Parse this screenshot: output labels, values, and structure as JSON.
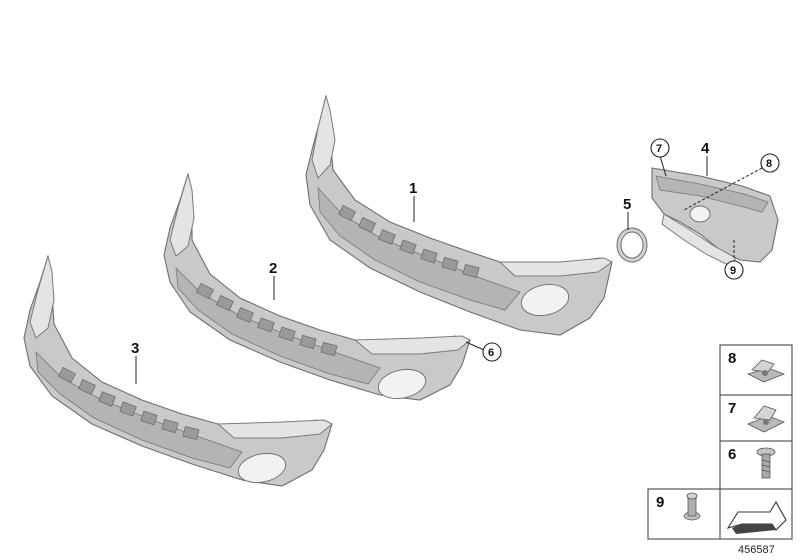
{
  "callouts": {
    "part_1": "1",
    "part_2": "2",
    "part_3": "3",
    "part_4": "4",
    "part_5": "5",
    "circle_6": "6",
    "circle_7": "7",
    "circle_8": "8",
    "circle_9": "9"
  },
  "legend": {
    "item_8": "8",
    "item_7": "7",
    "item_6": "6",
    "item_9": "9"
  },
  "drawing_number": "456587"
}
